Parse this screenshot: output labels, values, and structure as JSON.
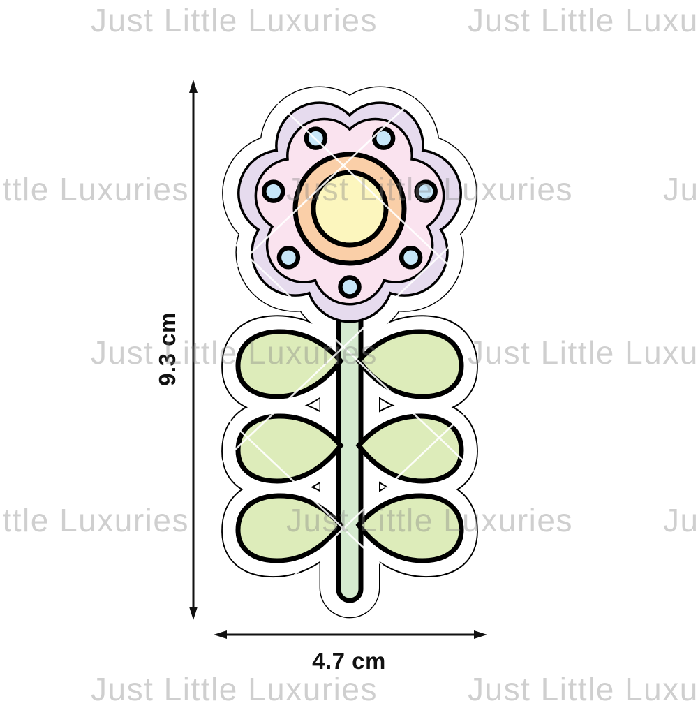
{
  "watermark": {
    "text": "Just Little Luxuries"
  },
  "dimensions": {
    "height_label": "9.3 cm",
    "width_label": "4.7 cm"
  },
  "colors": {
    "petal-outer": "#E6DBEE",
    "petal-inner": "#FAE3EF",
    "dot": "#C7E6F8",
    "center-ring": "#FACFA8",
    "center": "#FCF6BE",
    "leaf": "#DDECBA",
    "stem": "#D5EACF",
    "outline": "#000000",
    "dimension": "#111111",
    "watermark": "rgba(130,130,130,0.38)"
  }
}
